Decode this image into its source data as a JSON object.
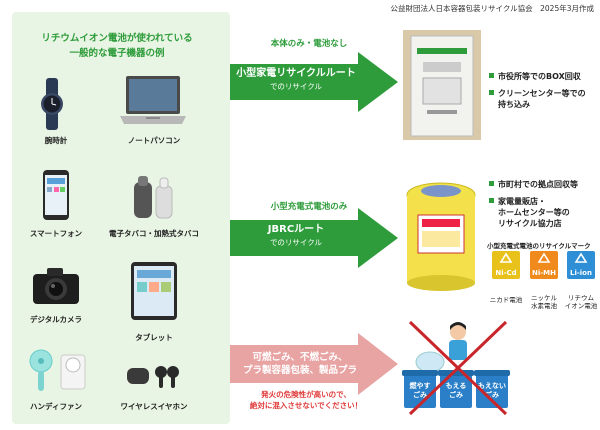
{
  "header": {
    "note": "公益財団法人日本容器包装リサイクル協会　2025年3月作成"
  },
  "left_panel": {
    "title_line1": "リチウムイオン電池が使われている",
    "title_line2": "一般的な電子機器の例",
    "devices": [
      {
        "label": "腕時計",
        "icon": "wristwatch-icon"
      },
      {
        "label": "ノートパソコン",
        "icon": "laptop-icon"
      },
      {
        "label": "スマートフォン",
        "icon": "smartphone-icon"
      },
      {
        "label": "電子タバコ・加熱式タバコ",
        "icon": "e-cigarette-icon"
      },
      {
        "label": "デジタルカメラ",
        "icon": "camera-icon"
      },
      {
        "label": "タブレット",
        "icon": "tablet-icon"
      },
      {
        "label": "ハンディファン",
        "icon": "handy-fan-icon"
      },
      {
        "label": "ワイヤレスイヤホン",
        "icon": "earbuds-icon"
      }
    ]
  },
  "routes": [
    {
      "above": "本体のみ・電池なし",
      "title": "小型家電リサイクルルート",
      "sub": "でのリサイクル",
      "color": "#2e9c3b",
      "bullets": [
        "市役所等でのBOX回収",
        "クリーンセンター等での",
        "持ち込み"
      ]
    },
    {
      "above": "小型充電式電池のみ",
      "title": "JBRCルート",
      "sub": "でのリサイクル",
      "color": "#2e9c3b",
      "bullets": [
        "市町村での拠点回収等",
        "家電量販店・",
        "ホームセンター等の",
        "リサイクル協力店"
      ]
    },
    {
      "line1": "可燃ごみ、不燃ごみ、",
      "line2": "プラ製容器包装、製品プラ",
      "color": "#e8a3a3",
      "warning_line1": "発火の危険性が高いので、",
      "warning_line2": "絶対に混入させないでください！"
    }
  ],
  "battery_marks": {
    "title": "小型充電式電池のリサイクルマーク",
    "items": [
      {
        "code": "Ni-Cd",
        "label": "ニカド電池",
        "color": "#e8c21a"
      },
      {
        "code": "Ni-MH",
        "label_line1": "ニッケル",
        "label_line2": "水素電池",
        "color": "#f08a1c"
      },
      {
        "code": "Li-ion",
        "label_line1": "リチウム",
        "label_line2": "イオン電池",
        "color": "#2f8fd6"
      }
    ]
  },
  "bins": {
    "left": "燃やす\nごみ",
    "middle": "もえる\nごみ",
    "right": "もえない\nごみ"
  },
  "colors": {
    "green": "#2e9c3b",
    "panel": "#e9f5e4",
    "warning_red": "#e03a3a",
    "pink_arrow": "#e8a3a3"
  }
}
